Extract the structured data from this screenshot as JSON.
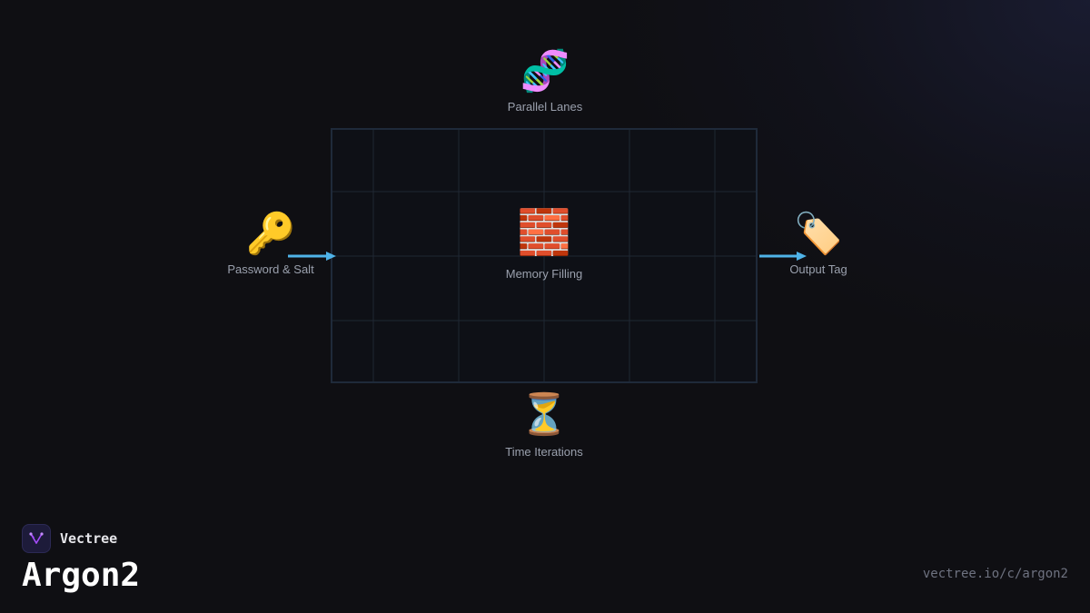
{
  "diagram": {
    "center": {
      "icon": "brick-icon",
      "glyph": "🧱",
      "label": "Memory Filling"
    },
    "top": {
      "icon": "dna-icon",
      "glyph": "🧬",
      "label": "Parallel Lanes"
    },
    "bottom": {
      "icon": "hourglass-icon",
      "glyph": "⏳",
      "label": "Time Iterations"
    },
    "left": {
      "icon": "key-icon",
      "glyph": "🔑",
      "label": "Password & Salt"
    },
    "right": {
      "icon": "tag-icon",
      "glyph": "🏷️",
      "label": "Output Tag"
    },
    "colors": {
      "arrow": "#4fb3e8",
      "grid_line": "#1f2733",
      "grid_border": "#1f2a3a"
    }
  },
  "footer": {
    "brand_name": "Vectree",
    "brand_icon": "vectree-logo-icon",
    "title": "Argon2",
    "url": "vectree.io/c/argon2",
    "brand_color": "#a64dff"
  }
}
